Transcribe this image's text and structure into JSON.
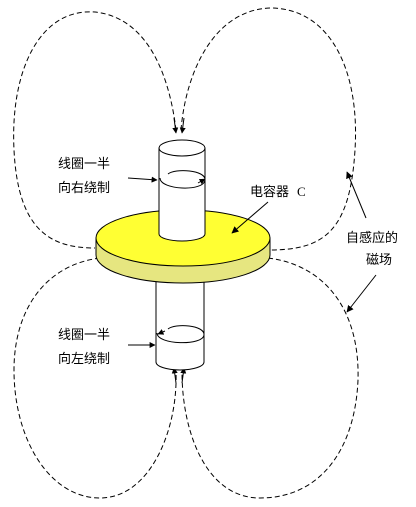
{
  "labels": {
    "upper_coil_line1": "线圈一半",
    "upper_coil_line2": "向右绕制",
    "lower_coil_line1": "线圈一半",
    "lower_coil_line2": "向左绕制",
    "capacitor_prefix": "电容器",
    "capacitor_letter": "C",
    "field_line1": "自感应的",
    "field_line2": "磁场"
  },
  "colors": {
    "capacitor_top": "#ffff33",
    "capacitor_side": "#e6e680",
    "rod_fill": "#ffffff",
    "line": "#000000"
  },
  "icons": [
    "upper-coil-turn-icon",
    "lower-coil-turn-icon",
    "field-arrow-icon"
  ]
}
